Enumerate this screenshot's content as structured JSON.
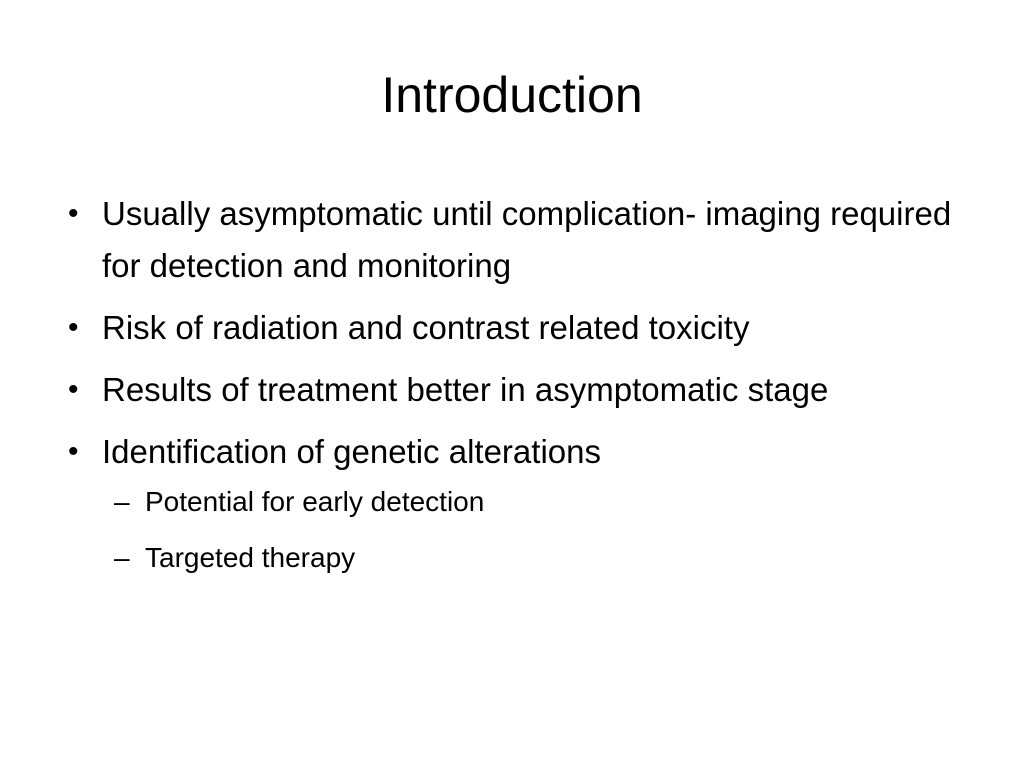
{
  "slide": {
    "title": "Introduction",
    "bullets": [
      {
        "marker": "•",
        "text": "Usually asymptomatic until complication- imaging required for detection and monitoring"
      },
      {
        "marker": "•",
        "text": "Risk of radiation and contrast related toxicity"
      },
      {
        "marker": "•",
        "text": "Results of treatment better in asymptomatic stage"
      },
      {
        "marker": "•",
        "text": "Identification of genetic alterations",
        "sub": [
          {
            "marker": "–",
            "text": "Potential for early detection"
          },
          {
            "marker": "–",
            "text": "Targeted therapy"
          }
        ]
      }
    ]
  }
}
